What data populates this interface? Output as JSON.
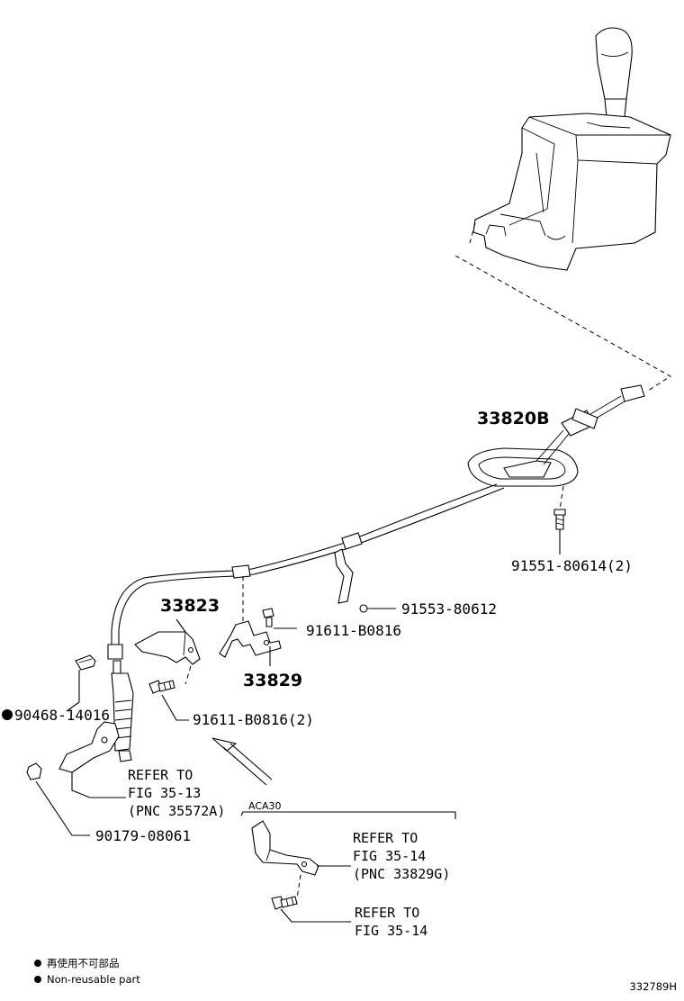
{
  "callouts": {
    "cable_assy": "33820B",
    "bolt_bracket": "91551-80614(2)",
    "bolt_clip": "91553-80612",
    "bracket_left": "33823",
    "bolt_retainer": "91611-B0816",
    "retainer": "33829",
    "bolt_bracket_left": "91611-B0816(2)",
    "clip": "90468-14016",
    "nut": "90179-08061"
  },
  "refs": {
    "ref1_line1": "REFER TO",
    "ref1_line2": "FIG 35-13",
    "ref1_line3": "(PNC 35572A)",
    "variant_label": "ACA30",
    "ref2_line1": "REFER TO",
    "ref2_line2": "FIG 35-14",
    "ref2_line3": "(PNC 33829G)",
    "ref3_line1": "REFER TO",
    "ref3_line2": "FIG 35-14"
  },
  "legend": {
    "line_cn": "再使用不可部品",
    "line_en": "Non-reusable part"
  },
  "figure_id": "332789H"
}
